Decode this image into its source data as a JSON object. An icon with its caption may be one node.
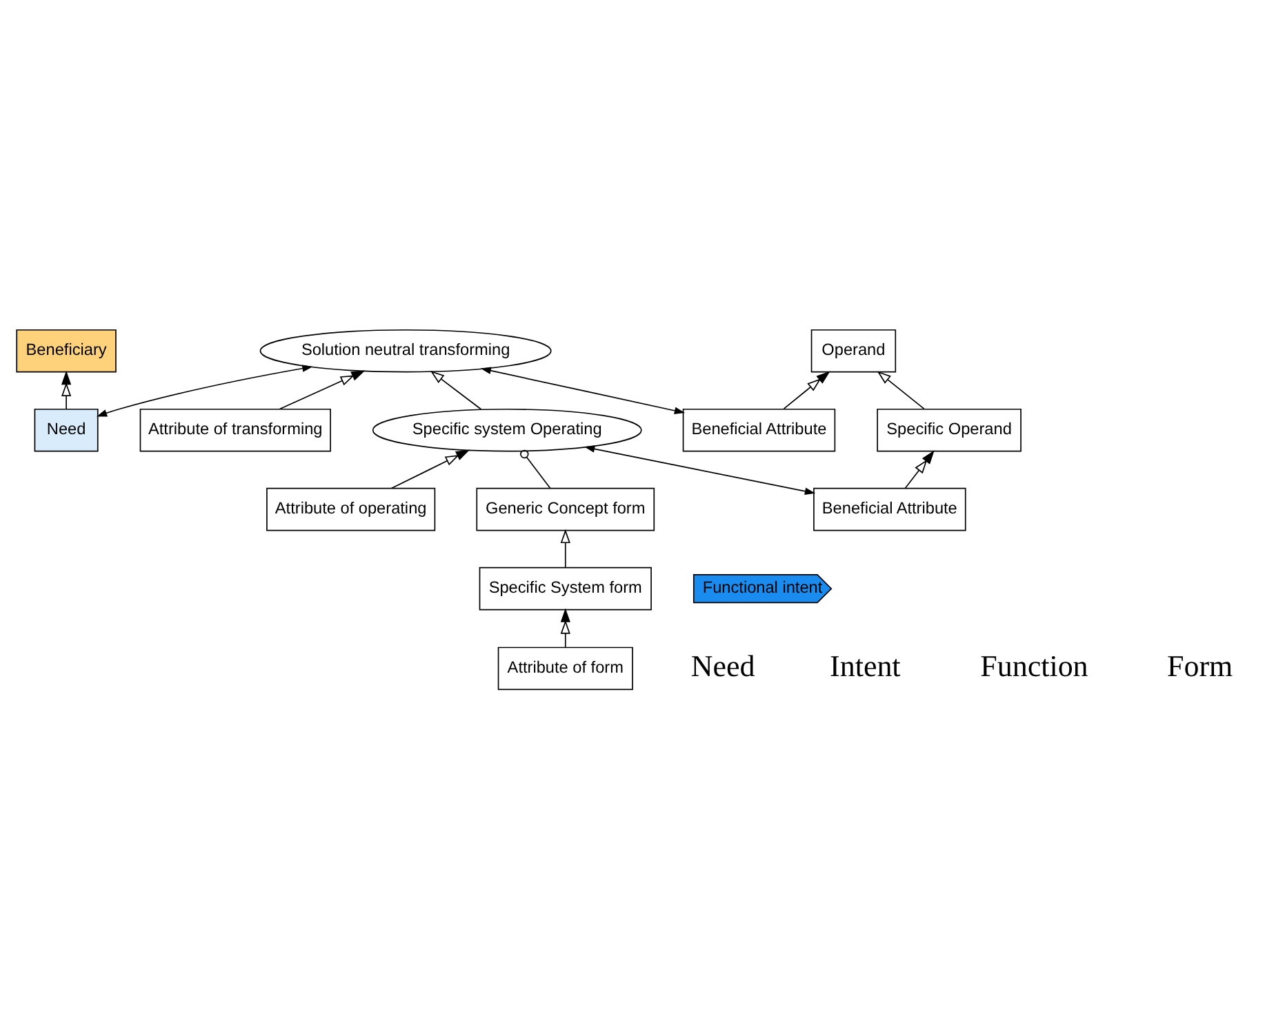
{
  "diagram": {
    "nodes": [
      {
        "text": [
          "Beneficiary"
        ]
      },
      {
        "text": [
          "Need"
        ]
      },
      {
        "text": [
          "Operand"
        ]
      },
      {
        "text": [
          "Beneficial Attribute"
        ]
      },
      {
        "text": [
          "Solution neutral transforming"
        ]
      },
      {
        "text": [
          "Attribute of transforming"
        ]
      },
      {
        "text": [
          "Specific Operand"
        ]
      },
      {
        "text": [
          "Beneficial Attribute"
        ]
      },
      {
        "text": [
          "Specific system Operating"
        ]
      },
      {
        "text": [
          "Attribute of operating"
        ]
      },
      {
        "text": [
          "Functional intent"
        ]
      },
      {
        "text": [
          "Generic Concept form"
        ]
      },
      {
        "text": [
          "Specific System form"
        ]
      },
      {
        "text": [
          "Attribute of form"
        ]
      }
    ],
    "edges": [
      {
        "from": 1,
        "to": 0,
        "arrow": "to"
      },
      {
        "from": 3,
        "to": 2,
        "arrow": "to"
      },
      {
        "from": 3,
        "to": 4,
        "arrow": "both"
      },
      {
        "from": 1,
        "to": 4,
        "arrow": "both"
      },
      {
        "from": 5,
        "to": 4,
        "arrow": "to"
      },
      {
        "from": 6,
        "to": 2,
        "arrow": "to"
      },
      {
        "from": 7,
        "to": 6,
        "arrow": "to"
      },
      {
        "from": 7,
        "to": 8,
        "arrow": "both"
      },
      {
        "from": 8,
        "to": 4,
        "arrow": "to"
      },
      {
        "from": 9,
        "to": 8,
        "arrow": "to"
      },
      {
        "from": 11,
        "to": 8,
        "arrow": "other"
      },
      {
        "from": 12,
        "to": 11,
        "arrow": "to"
      },
      {
        "from": 13,
        "to": 12,
        "arrow": "to"
      }
    ],
    "labels": [
      "Need",
      "Intent",
      "Function",
      "Form"
    ]
  }
}
